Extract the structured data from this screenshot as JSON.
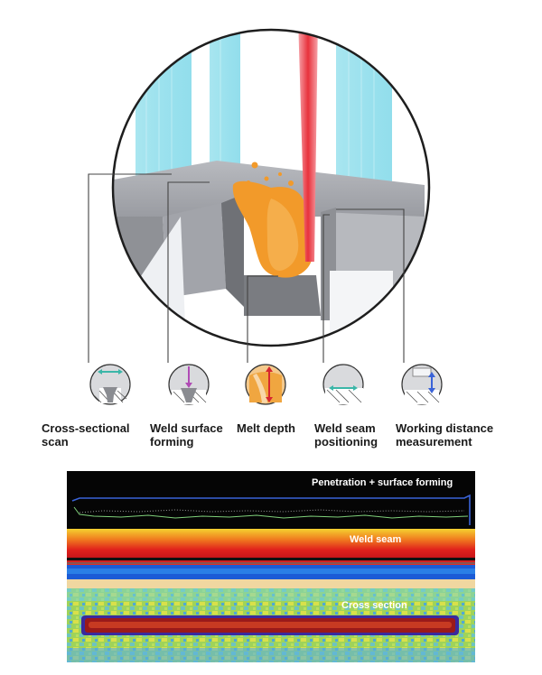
{
  "labels": [
    {
      "id": "cross-sectional-scan",
      "text": "Cross-sectional\nscan"
    },
    {
      "id": "weld-surface-forming",
      "text": "Weld surface\nforming"
    },
    {
      "id": "melt-depth",
      "text": "Melt depth"
    },
    {
      "id": "weld-seam-positioning",
      "text": "Weld seam\npositioning"
    },
    {
      "id": "working-distance-measurement",
      "text": "Working distance\nmeasurement"
    }
  ],
  "panels": {
    "top_title": "Penetration + surface forming",
    "middle_title": "Weld seam",
    "bottom_title": "Cross section"
  },
  "colors": {
    "beam_red": "#e8323c",
    "beam_blue": "#6ed3e6",
    "melt_orange": "#f29a2a",
    "metal_gray": "#a9abb0",
    "panel_black": "#050505",
    "trace_blue": "#3a63d8",
    "trace_green": "#7fd07a"
  },
  "icons": [
    "cross-scan-icon",
    "surface-forming-icon",
    "melt-depth-icon",
    "seam-position-icon",
    "distance-icon"
  ]
}
